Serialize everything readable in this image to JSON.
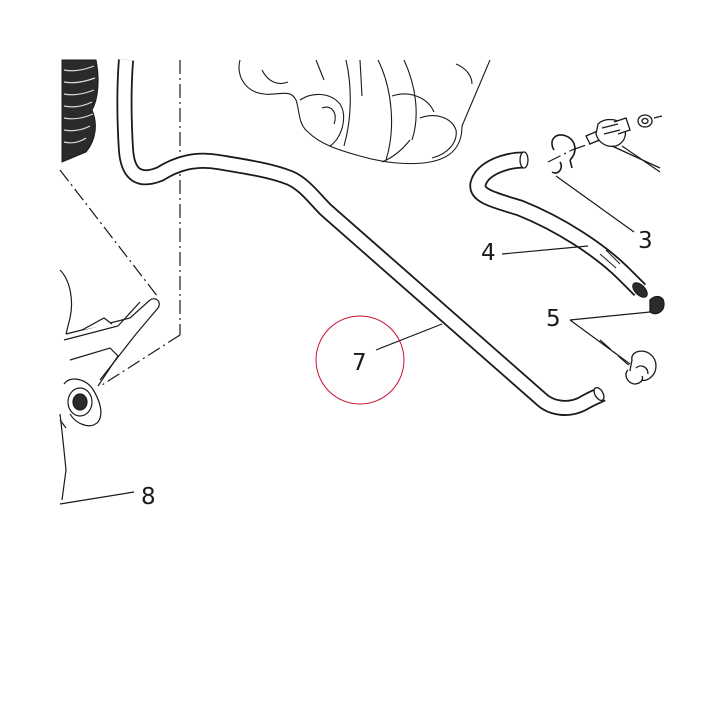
{
  "diagram": {
    "callouts": {
      "c3": "3",
      "c4": "4",
      "c5": "5",
      "c7": "7",
      "c8": "8"
    },
    "colors": {
      "line": "#1a1a1a",
      "highlight": "#c8102e",
      "background": "#ffffff"
    }
  }
}
